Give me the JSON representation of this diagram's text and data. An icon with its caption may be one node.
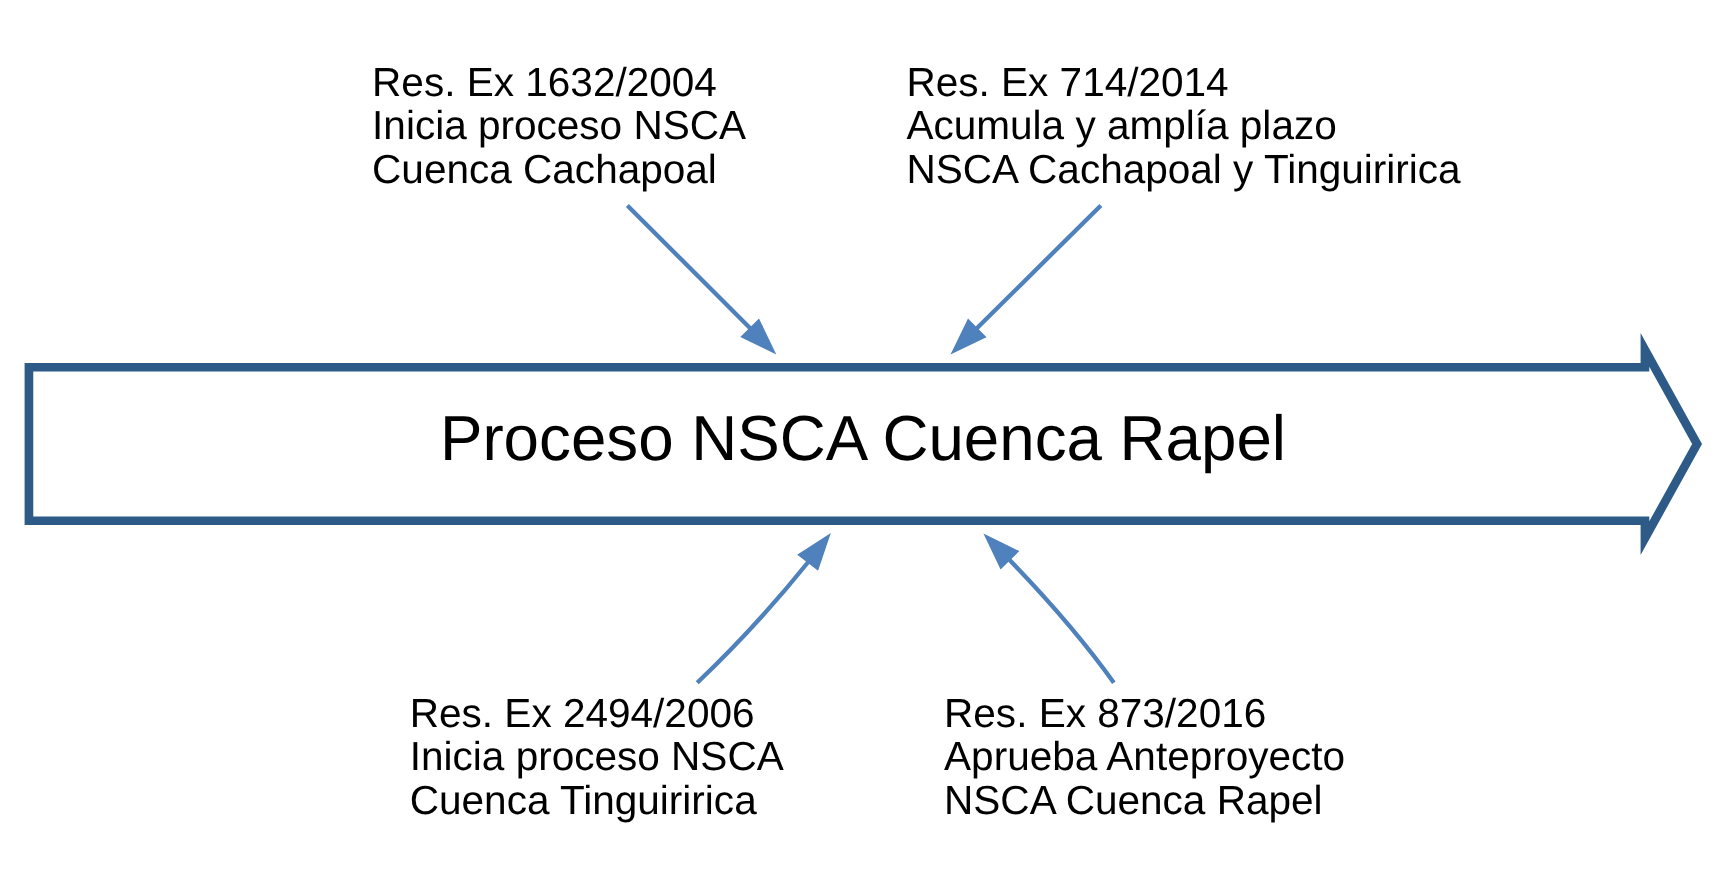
{
  "diagram": {
    "nodes": [
      {
        "text": [
          "Proceso NSCA Cuenca Rapel"
        ]
      },
      {
        "text": [
          "Res. Ex 1632/2004",
          "Inicia proceso NSCA",
          "Cuenca Cachapoal"
        ]
      },
      {
        "text": [
          "Res. Ex 714/2014",
          "Acumula y amplía plazo",
          "NSCA Cachapoal y Tinguiririca"
        ]
      },
      {
        "text": [
          "Res. Ex 2494/2006",
          "Inicia proceso NSCA",
          "Cuenca Tinguiririca"
        ]
      },
      {
        "text": [
          "Res. Ex 873/2016",
          "Aprueba Anteproyecto",
          "NSCA Cuenca Rapel"
        ]
      }
    ],
    "edges": [
      {
        "from": 1,
        "to": 0,
        "arrow": "to"
      },
      {
        "from": 2,
        "to": 0,
        "arrow": "to"
      },
      {
        "from": 3,
        "to": 0,
        "arrow": "to"
      },
      {
        "from": 4,
        "to": 0,
        "arrow": "to"
      }
    ]
  }
}
